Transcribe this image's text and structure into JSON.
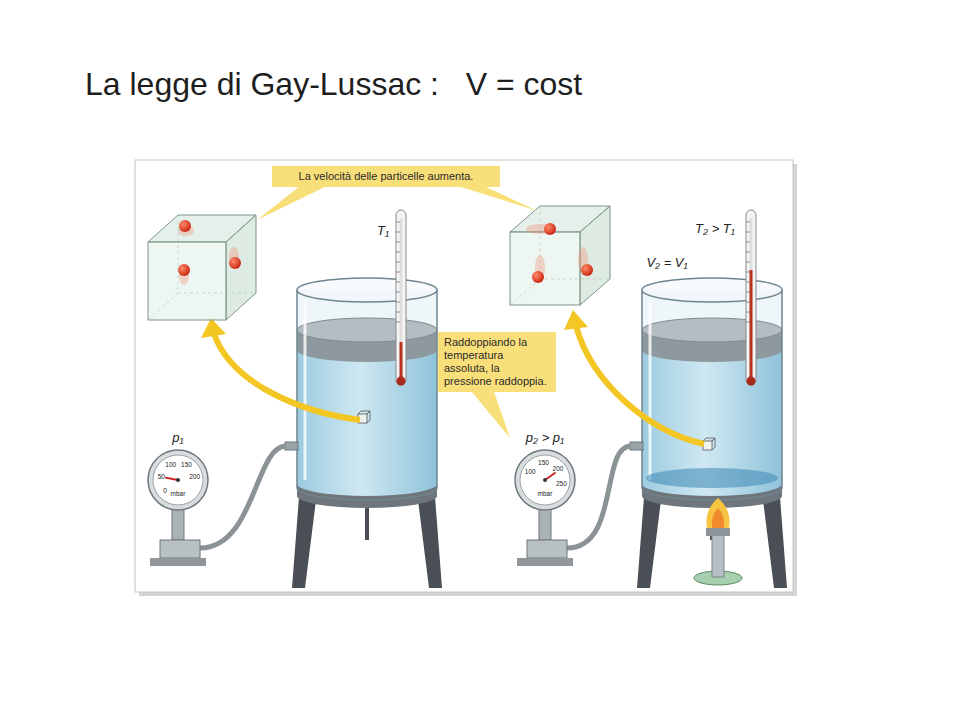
{
  "diagram": {
    "title": "La legge di Gay-Lussac :   V = cost",
    "nodes": [
      {
        "text": [
          "La velocità delle particelle aumenta."
        ]
      },
      {
        "text": [
          "Raddoppiando la temperatura assoluta, la pressione raddoppia."
        ]
      }
    ],
    "labels": [
      "T₁",
      "T₂ > T₁",
      "V₂ = V₁",
      "p₁",
      "p₂ > p₁",
      "0",
      "50",
      "100",
      "150",
      "200",
      "mbar",
      "100",
      "150",
      "200",
      "250",
      "mbar"
    ]
  }
}
